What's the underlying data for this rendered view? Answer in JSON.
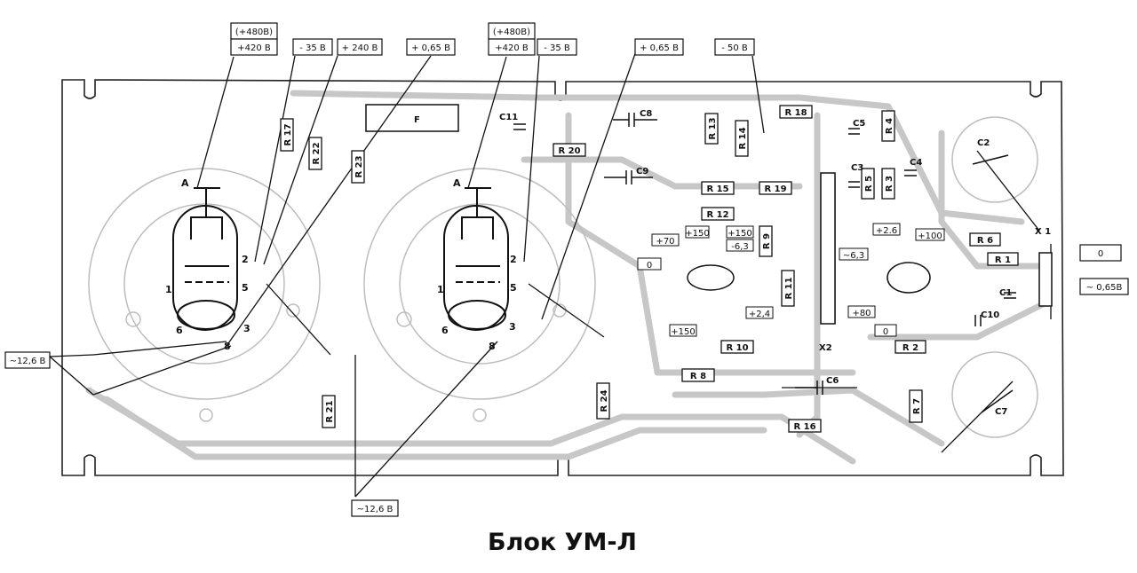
{
  "title": "Блок УМ-Л",
  "voltages": {
    "v480_left": "(+480В)",
    "v420_left": "+420 В",
    "m35_left": "- 35 В",
    "p240": "+ 240 В",
    "p065_left": "+ 0,65 В",
    "v480_right": "(+480В)",
    "v420_right": "+420 В",
    "m35_right": "- 35 В",
    "p065_right": "+ 0,65 В",
    "m50": "- 50 В",
    "ac126_left": "~12,6 В",
    "ac126_bottom": "~12,6 В",
    "out0": "0",
    "out065": "~ 0,65В"
  },
  "components": {
    "R1": "R 1",
    "R2": "R 2",
    "R3": "R 3",
    "R4": "R 4",
    "R5": "R 5",
    "R6": "R 6",
    "R7": "R 7",
    "R8": "R 8",
    "R9": "R 9",
    "R10": "R 10",
    "R11": "R 11",
    "R12": "R 12",
    "R13": "R 13",
    "R14": "R 14",
    "R15": "R 15",
    "R16": "R 16",
    "R17": "R 17",
    "R18": "R 18",
    "R19": "R 19",
    "R20": "R 20",
    "R21": "R 21",
    "R22": "R 22",
    "R23": "R 23",
    "R24": "R 24",
    "C1": "C1",
    "C2": "C2",
    "C3": "C3",
    "C4": "C4",
    "C5": "C5",
    "C6": "C6",
    "C7": "C7",
    "C8": "C8",
    "C9": "C9",
    "C10": "C10",
    "C11": "C11",
    "F": "F",
    "X1": "X 1",
    "X2": "X2"
  },
  "small_labels": {
    "p70": "+70",
    "p150a": "+150",
    "p150b": "+150",
    "m63a": "-6,3",
    "p24": "+2,4",
    "p150c": "+150",
    "zero_a": "0",
    "p26": "+2.6",
    "p100": "+100",
    "ac63": "~6,3",
    "p80": "+80",
    "zero_b": "0"
  },
  "tube_pins": {
    "A": "A",
    "p1": "1",
    "p2": "2",
    "p3": "3",
    "p5": "5",
    "p6": "6",
    "p8": "8"
  }
}
